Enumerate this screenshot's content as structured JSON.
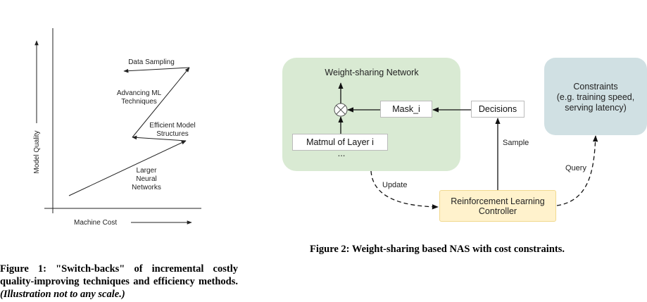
{
  "figure1": {
    "y_axis_label": "Model Quality",
    "x_axis_label": "Machine Cost",
    "annotations": {
      "data_sampling": "Data Sampling",
      "advancing_ml_1": "Advancing ML",
      "advancing_ml_2": "Techniques",
      "efficient_1": "Efficient Model",
      "efficient_2": "Structures",
      "larger_1": "Larger",
      "larger_2": "Neural",
      "larger_3": "Networks"
    },
    "caption_bold": "Figure 1: \"Switch-backs\" of incremental costly quality-improving techniques and efficiency methods.",
    "caption_italic": "(Illustration not to any scale.)"
  },
  "figure2": {
    "network_title": "Weight-sharing Network",
    "mask_label": "Mask_i",
    "decisions_label": "Decisions",
    "matmul_label": "Matmul of Layer i",
    "ellipsis": "...",
    "constraints_1": "Constraints",
    "constraints_2": "(e.g. training speed,",
    "constraints_3": "serving latency)",
    "rl_1": "Reinforcement Learning",
    "rl_2": "Controller",
    "sample_label": "Sample",
    "update_label": "Update",
    "query_label": "Query",
    "caption": "Figure 2: Weight-sharing based NAS with cost constraints."
  },
  "colors": {
    "network_bg": "#d9ead3",
    "constraints_bg": "#d0e0e3",
    "rl_bg": "#fff2cc",
    "rl_border": "#f1d98f"
  }
}
